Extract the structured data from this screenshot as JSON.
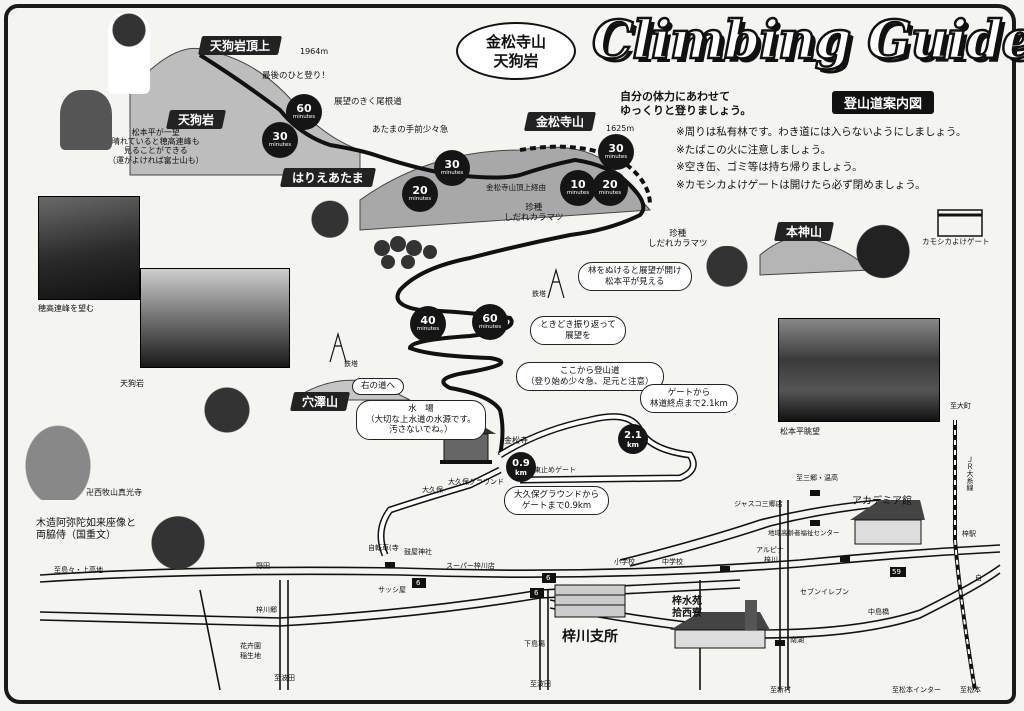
{
  "title": {
    "english": "Climbing Guide",
    "japanese_line1": "金松寺山",
    "japanese_line2": "天狗岩",
    "subtitle": "登山道案内図"
  },
  "intro": {
    "line1": "自分の体力にあわせて",
    "line2": "ゆっくりと登りましょう。"
  },
  "notes": [
    "※周りは私有林です。わき道には入らないようにしましょう。",
    "※たばこの火に注意しましょう。",
    "※空き缶、ゴミ等は持ち帰りましょう。",
    "※カモシカよけゲートは開けたら必ず閉めましょう。"
  ],
  "peaks": {
    "tenguiwa_summit": {
      "name": "天狗岩頂上",
      "elevation": "1964m"
    },
    "tenguiwa": {
      "name": "天狗岩"
    },
    "harie_atama": {
      "name": "はりえあたま"
    },
    "kinshoji_san": {
      "name": "金松寺山",
      "elevation": "1625m"
    },
    "honjin_yama": {
      "name": "本神山"
    },
    "anazawa_yama": {
      "name": "穴澤山"
    }
  },
  "route_notes": {
    "last_climb": "最後のひと登り！",
    "view_good_ridge": "展望のきく尾根道",
    "steep_ahead": "あたまの手前少々急",
    "summit_junction": "金松寺山頂上経由",
    "rare_larch_1_line1": "珍種",
    "rare_larch_1_line2": "しだれカラマツ",
    "rare_larch_2_line1": "珍種",
    "rare_larch_2_line2": "しだれカラマツ",
    "tenguiwa_view_line1": "松本平が一望",
    "tenguiwa_view_line2": "晴れていると穂高連峰も",
    "tenguiwa_view_line3": "見ることができる",
    "tenguiwa_view_line4": "（運がよければ富士山も）",
    "forest_exit_line1": "林をぬけると展望が開け",
    "forest_exit_line2": "松本平が見える",
    "look_back_line1": "ときどき振り返って",
    "look_back_line2": "展望を",
    "trail_start_line1": "ここから登山道",
    "trail_start_line2": "（登り始め少々急、足元と注意）",
    "right_path": "右の道へ",
    "water_line1": "水　場",
    "water_line2": "（大切な上水道の水源です。",
    "water_line3": "汚さないでね。）",
    "gate_line1": "ゲートから",
    "gate_line2": "林道終点まで2.1km",
    "okubo_ground_line1": "大久保グラウンドから",
    "okubo_ground_line2": "ゲートまで0.9km",
    "kamoshika_gate": "カモシカよけゲート"
  },
  "times": [
    {
      "value": "60",
      "unit": "minutes"
    },
    {
      "value": "30",
      "unit": "minutes"
    },
    {
      "value": "30",
      "unit": "minutes"
    },
    {
      "value": "20",
      "unit": "minutes"
    },
    {
      "value": "30",
      "unit": "minutes"
    },
    {
      "value": "10",
      "unit": "minutes"
    },
    {
      "value": "20",
      "unit": "minutes"
    },
    {
      "value": "40",
      "unit": "minutes"
    },
    {
      "value": "60",
      "unit": "minutes"
    }
  ],
  "distances": [
    {
      "value": "0.9",
      "unit": "km"
    },
    {
      "value": "2.1",
      "unit": "km"
    }
  ],
  "photos": {
    "hotaka_caption": "穂高連峰を望む",
    "tenguiwa_caption": "天狗岩",
    "matsumoto_caption": "松本平眺望"
  },
  "places": {
    "kinshoji": "金松寺",
    "higashi_gate": "東止めゲート",
    "okubo": "大久保",
    "okubo_ground": "大久保グラウンド",
    "steel_tower_1": "鉄塔",
    "steel_tower_2": "鉄塔",
    "manzai_temple": "卍西牧山真光寺",
    "statue_line1": "木造阿弥陀如来座像と",
    "statue_line2": "両脇侍（国重文）",
    "to_sagae": "至島々・上高地",
    "noda": "野田",
    "jirakuji": "自転車(寺",
    "ikeda_shrine": "鼓屋神社",
    "super": "スーパー梓川店",
    "sasshi": "サッシ屋",
    "azusagawa_tenno": "梓川郷",
    "flower_market": "花卉園",
    "kyushu": "稲生地",
    "to_hadano": "至波田",
    "shimo_yokota": "下島場",
    "to_hadano_2": "至波田",
    "elementary": "小学校",
    "junior_high": "中学校",
    "branch_office": "梓川支所",
    "zuisuien": "梓水苑",
    "kenyukan": "拾西寮",
    "to_sanjo": "至三郷・温高",
    "jasco": "ジャスコ三郷店",
    "community_center": "地域高齢者福祉センター",
    "albit": "アルピナ",
    "azusagawa": "梓川",
    "seven_eleven": "セブンイレブン",
    "nakashima": "中島橋",
    "minamibashi": "南湖",
    "academia": "アカデミア館",
    "azusa_station": "梓駅",
    "jr_line": "ＪＲ大糸線",
    "to_omachi": "至大町",
    "to_matsumoto": "至松本",
    "to_matsumoto_ic": "至松本インター",
    "to_shinmura": "至新村",
    "shirobashi": "白",
    "route_6_1": "6",
    "route_6_2": "6",
    "route_6_3": "6",
    "route_59": "59"
  }
}
